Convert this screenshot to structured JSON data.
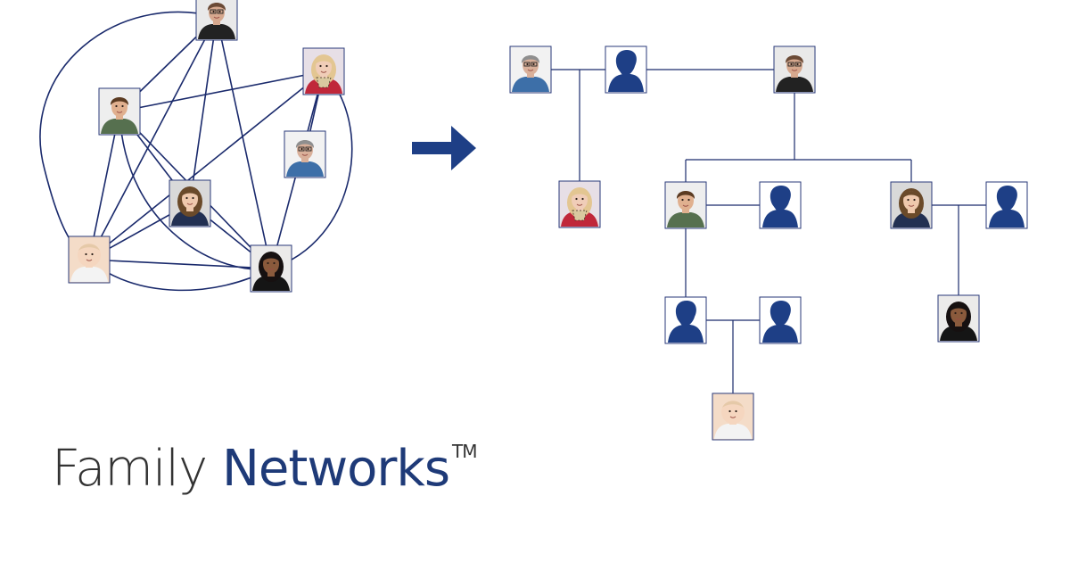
{
  "brand": {
    "word1": "Family",
    "word2": "Networks",
    "trademark": "TM"
  },
  "colors": {
    "line": "#1a2a6c",
    "silhouette": "#1e3f86",
    "frame": "#2a3a7a",
    "arrow": "#1e3f86",
    "brand_dark": "#333333",
    "brand_blue": "#1e3a78"
  },
  "people": {
    "older_man": {
      "icon": "older-man-glasses-photo",
      "bg": "#e9e9e9",
      "skin": "#d6a88e",
      "hair": "#6b4a36",
      "shirt": "#222222",
      "glasses": true
    },
    "grandfather": {
      "icon": "grey-haired-man-glasses-photo",
      "bg": "#f2f2f2",
      "skin": "#d9b09a",
      "hair": "#8f8f8f",
      "shirt": "#3d6fa8",
      "glasses": true
    },
    "blonde_woman": {
      "icon": "blonde-woman-scarf-photo",
      "bg": "#e7dfe6",
      "skin": "#f0cdb8",
      "hair": "#e3c692",
      "shirt": "#c0273a",
      "glasses": false
    },
    "young_man": {
      "icon": "young-man-photo",
      "bg": "#eeeeee",
      "skin": "#e0b08f",
      "hair": "#5b3b22",
      "shirt": "#56704f",
      "glasses": false
    },
    "curly_woman": {
      "icon": "curly-haired-woman-photo",
      "bg": "#d9d9d9",
      "skin": "#efc9ad",
      "hair": "#6a4a2a",
      "shirt": "#223052",
      "glasses": false
    },
    "baby": {
      "icon": "baby-photo",
      "bg": "#f4dcc8",
      "skin": "#f5d6bf",
      "hair": "#e5c9a8",
      "shirt": "#f3f3f3",
      "glasses": false
    },
    "teen_girl": {
      "icon": "dark-haired-girl-photo",
      "bg": "#ecebea",
      "skin": "#8a5a3c",
      "hair": "#161010",
      "shirt": "#151515",
      "glasses": false
    },
    "unknown": {
      "icon": "person-silhouette-icon"
    }
  },
  "network": {
    "nodes": [
      {
        "id": "n_older_man",
        "person": "older_man"
      },
      {
        "id": "n_blonde_woman",
        "person": "blonde_woman"
      },
      {
        "id": "n_young_man",
        "person": "young_man"
      },
      {
        "id": "n_grandfather",
        "person": "grandfather"
      },
      {
        "id": "n_curly_woman",
        "person": "curly_woman"
      },
      {
        "id": "n_baby",
        "person": "baby"
      },
      {
        "id": "n_teen_girl",
        "person": "teen_girl"
      }
    ],
    "edges": [
      [
        "n_older_man",
        "n_young_man"
      ],
      [
        "n_older_man",
        "n_curly_woman"
      ],
      [
        "n_older_man",
        "n_teen_girl"
      ],
      [
        "n_older_man",
        "n_baby"
      ],
      [
        "n_young_man",
        "n_blonde_woman"
      ],
      [
        "n_young_man",
        "n_curly_woman"
      ],
      [
        "n_young_man",
        "n_baby"
      ],
      [
        "n_young_man",
        "n_teen_girl"
      ],
      [
        "n_blonde_woman",
        "n_grandfather"
      ],
      [
        "n_blonde_woman",
        "n_baby"
      ],
      [
        "n_blonde_woman",
        "n_teen_girl"
      ],
      [
        "n_curly_woman",
        "n_teen_girl"
      ],
      [
        "n_curly_woman",
        "n_baby"
      ],
      [
        "n_baby",
        "n_teen_girl"
      ]
    ]
  },
  "tree": {
    "nodes": [
      {
        "id": "t_grandfather",
        "person": "grandfather"
      },
      {
        "id": "t_unknown_1",
        "person": "unknown"
      },
      {
        "id": "t_older_man",
        "person": "older_man"
      },
      {
        "id": "t_blonde_woman",
        "person": "blonde_woman"
      },
      {
        "id": "t_young_man",
        "person": "young_man"
      },
      {
        "id": "t_unknown_2",
        "person": "unknown"
      },
      {
        "id": "t_curly_woman",
        "person": "curly_woman"
      },
      {
        "id": "t_unknown_3",
        "person": "unknown"
      },
      {
        "id": "t_unknown_4",
        "person": "unknown"
      },
      {
        "id": "t_unknown_5",
        "person": "unknown"
      },
      {
        "id": "t_baby",
        "person": "baby"
      },
      {
        "id": "t_teen_girl",
        "person": "teen_girl"
      }
    ]
  }
}
